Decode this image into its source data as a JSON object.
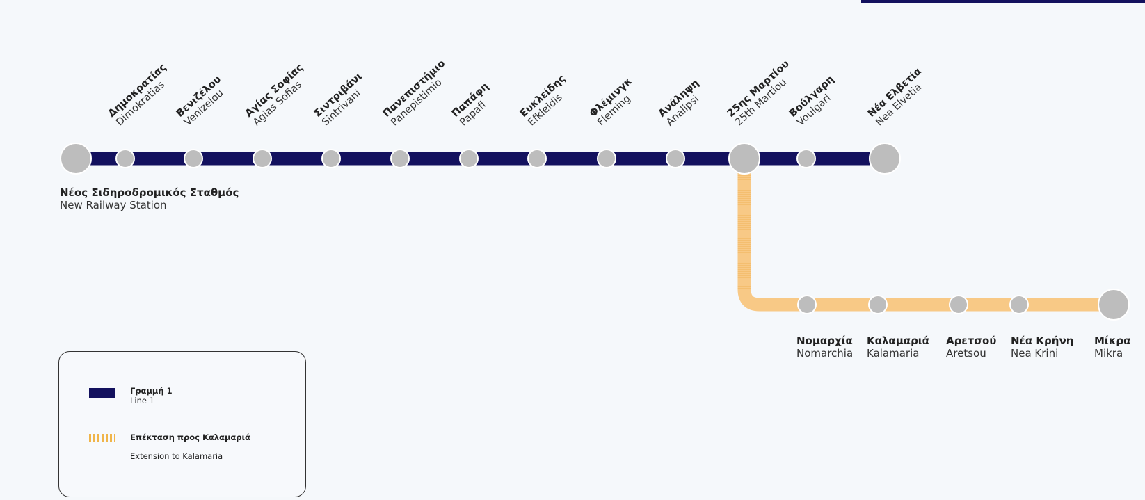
{
  "colors": {
    "line1": "#13115e",
    "extension": "#f8c986",
    "extension_legend": "#f0b54a",
    "station": "#bdbdbd",
    "station_stroke": "#ffffff"
  },
  "line1_stations": [
    {
      "gr": "Νέος Σιδηροδρομικός Σταθμός",
      "en": "New Railway Station",
      "terminal": true
    },
    {
      "gr": "Δημοκρατίας",
      "en": "Dimokratias"
    },
    {
      "gr": "Βενιζέλου",
      "en": "Venizelou"
    },
    {
      "gr": "Αγίας Σοφίας",
      "en": "Agias Sofias"
    },
    {
      "gr": "Σιντριβάνι",
      "en": "Sintrivani"
    },
    {
      "gr": "Πανεπιστήμιο",
      "en": "Panepistimio"
    },
    {
      "gr": "Παπάφη",
      "en": "Papafi"
    },
    {
      "gr": "Ευκλείδης",
      "en": "Efkleidis"
    },
    {
      "gr": "Φλέμινγκ",
      "en": "Fleming"
    },
    {
      "gr": "Ανάληψη",
      "en": "Analipsi"
    },
    {
      "gr": "25ης Μαρτίου",
      "en": "25th Martiou",
      "interchange": true
    },
    {
      "gr": "Βούλγαρη",
      "en": "Voulgari"
    },
    {
      "gr": "Νέα Ελβετία",
      "en": "Nea Elvetia",
      "terminal": true
    }
  ],
  "extension_stations": [
    {
      "gr": "Νομαρχία",
      "en": "Nomarchia"
    },
    {
      "gr": "Καλαμαριά",
      "en": "Kalamaria"
    },
    {
      "gr": "Αρετσού",
      "en": "Aretsou"
    },
    {
      "gr": "Νέα Κρήνη",
      "en": "Nea Krini"
    },
    {
      "gr": "Μίκρα",
      "en": "Mikra",
      "terminal": true
    }
  ],
  "legend": {
    "line1_gr": "Γραμμή 1",
    "line1_en": "Line 1",
    "extension_gr": "Επέκταση προς Καλαμαριά",
    "extension_en": "Extension to Kalamaria"
  }
}
